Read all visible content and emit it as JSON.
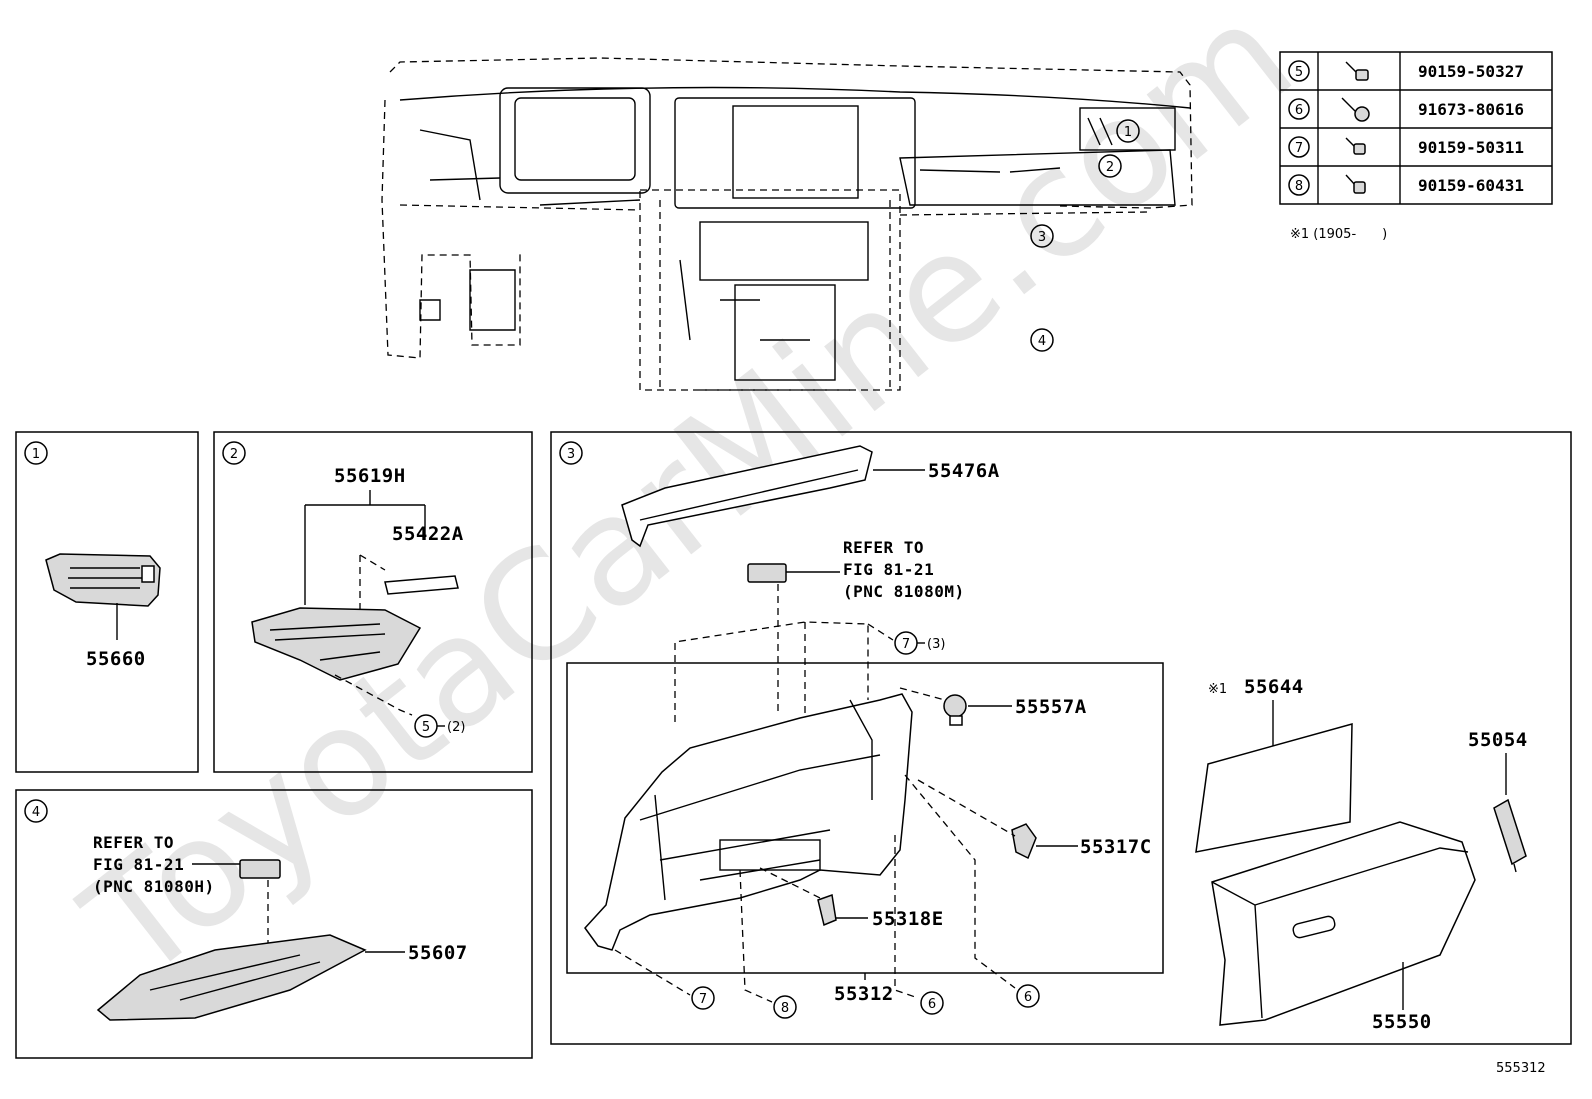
{
  "watermark": "ToyotaCarMine.com",
  "figure_id": "555312",
  "fastener_table": {
    "rows": [
      {
        "ref": "5",
        "icon": "bolt-icon",
        "part": "90159-50327"
      },
      {
        "ref": "6",
        "icon": "bolt-washer-icon",
        "part": "91673-80616"
      },
      {
        "ref": "7",
        "icon": "bolt-icon",
        "part": "90159-50311"
      },
      {
        "ref": "8",
        "icon": "bolt-icon",
        "part": "90159-60431"
      }
    ],
    "note": "※1 (1905-　　)"
  },
  "overview_callouts": [
    "1",
    "2",
    "3",
    "4"
  ],
  "panel1": {
    "index": "1",
    "labels": {
      "vent": "55660"
    }
  },
  "panel2": {
    "index": "2",
    "labels": {
      "box": "55619H",
      "pad": "55422A",
      "screw": "(2)",
      "screw_ref": "5"
    }
  },
  "panel3": {
    "index": "3",
    "labels": {
      "garnish": "55476A",
      "refer_line1": "REFER TO",
      "refer_line2": "FIG 81-21",
      "refer_line3": "(PNC 81080M)",
      "screw7_qty": "(3)",
      "screw7_ref": "7",
      "stopper": "55557A",
      "bracket_c": "55317C",
      "bracket_e": "55318E",
      "panel": "55312",
      "note_mark": "※1",
      "liner": "55644",
      "damper": "55054",
      "glovebox": "55550",
      "ref7b": "7",
      "ref8": "8",
      "ref6a": "6",
      "ref6b": "6"
    }
  },
  "panel4": {
    "index": "4",
    "labels": {
      "refer_line1": "REFER TO",
      "refer_line2": "FIG 81-21",
      "refer_line3": "(PNC 81080H)",
      "tray": "55607"
    }
  }
}
